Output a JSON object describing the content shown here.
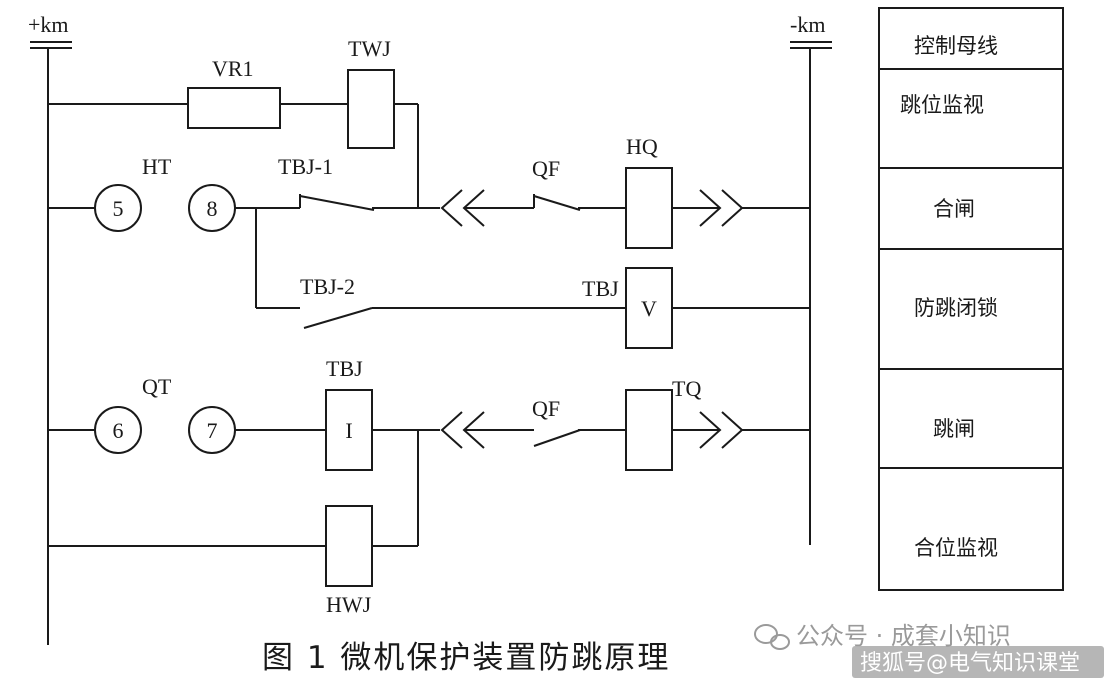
{
  "bus": {
    "positive": "+km",
    "negative": "-km"
  },
  "components": {
    "vr1": "VR1",
    "twj": "TWJ",
    "ht": "HT",
    "terminal_5": "5",
    "terminal_8": "8",
    "tbj_1": "TBJ-1",
    "qf_close": "QF",
    "hq": "HQ",
    "tbj_2": "TBJ-2",
    "tbj_v_label": "TBJ",
    "tbj_v_coil": "V",
    "qt": "QT",
    "terminal_6": "6",
    "terminal_7": "7",
    "tbj_i_label": "TBJ",
    "tbj_i_coil": "I",
    "qf_trip": "QF",
    "tq": "TQ",
    "hwj": "HWJ"
  },
  "legend_table": [
    "控制母线",
    "跳位监视",
    "合闸",
    "防跳闭锁",
    "跳闸",
    "合位监视"
  ],
  "caption": "图 1  微机保护装置防跳原理",
  "watermark": {
    "wechat": "公众号 · 成套小知识",
    "sohu": "搜狐号@电气知识课堂"
  }
}
